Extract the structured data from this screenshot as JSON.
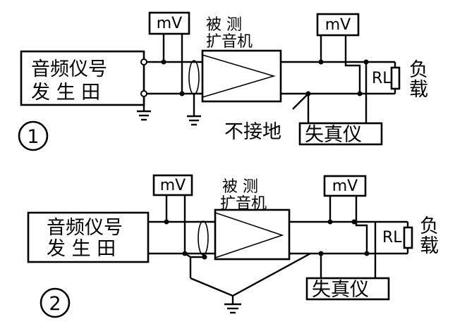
{
  "diagram1": {
    "number": "1",
    "generator_line1": "音频仪号",
    "generator_line2": "发 生 田",
    "mv_left": "mV",
    "mv_right": "mV",
    "amp_line1": "被  测",
    "amp_line2": "扩音机",
    "load_resistor": "RL",
    "load_line1": "负",
    "load_line2": "载",
    "no_ground": "不接地",
    "distortion_meter": "失真仪"
  },
  "diagram2": {
    "number": "2",
    "generator_line1": "音频仪号",
    "generator_line2": "发 生 田",
    "mv_left": "mV",
    "mv_right": "mV",
    "amp_line1": "被  测",
    "amp_line2": "扩音机",
    "load_resistor": "RL",
    "load_line1": "负",
    "load_line2": "载",
    "distortion_meter": "失真仪"
  }
}
